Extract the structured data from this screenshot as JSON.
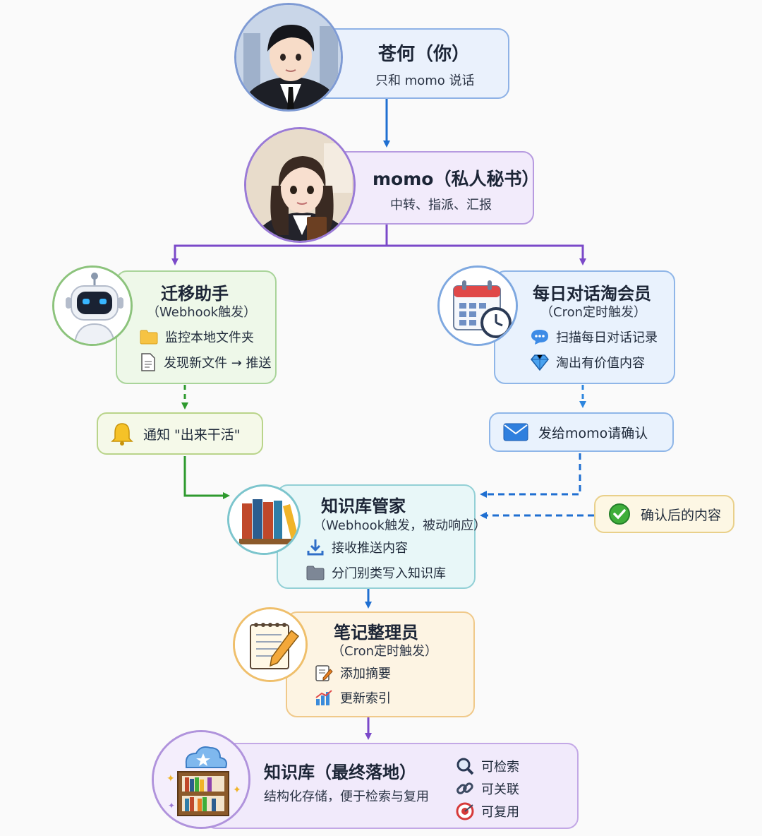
{
  "user": {
    "title": "苍何（你）",
    "subtitle": "只和 momo 说话"
  },
  "momo": {
    "title": "momo（私人秘书）",
    "subtitle": "中转、指派、汇报"
  },
  "migration": {
    "title": "迁移助手",
    "subtitle": "（Webhook触发）",
    "items": [
      "监控本地文件夹",
      "发现新文件 → 推送"
    ]
  },
  "daily": {
    "title": "每日对话淘会员",
    "subtitle": "（Cron定时触发）",
    "items": [
      "扫描每日对话记录",
      "淘出有价值内容"
    ]
  },
  "notify": {
    "label": "通知 \"出来干活\""
  },
  "sendmomo": {
    "label": "发给momo请确认"
  },
  "confirmed": {
    "label": "确认后的内容"
  },
  "kb_manager": {
    "title": "知识库管家",
    "subtitle": "（Webhook触发，被动响应）",
    "items": [
      "接收推送内容",
      "分门别类写入知识库"
    ]
  },
  "notes": {
    "title": "笔记整理员",
    "subtitle": "（Cron定时触发）",
    "items": [
      "添加摘要",
      "更新索引"
    ]
  },
  "kb": {
    "title": "知识库（最终落地）",
    "subtitle": "结构化存储，便于检索与复用",
    "features": [
      "可检索",
      "可关联",
      "可复用"
    ]
  },
  "colors": {
    "blue_arrow": "#1f6fd1",
    "purple_arrow": "#7b49c9",
    "green_arrow": "#2e9a2e"
  }
}
